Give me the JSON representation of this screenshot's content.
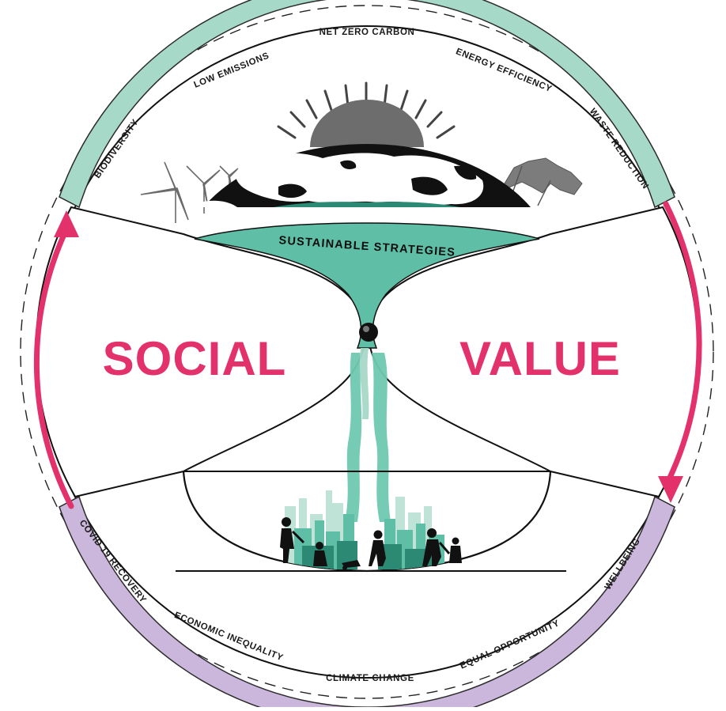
{
  "colors": {
    "teal": "#a7d9c9",
    "teal_dark": "#2c8a74",
    "teal_mid": "#5fbfa6",
    "purple": "#cbb6dc",
    "magenta": "#e3316b",
    "ink": "#111111"
  },
  "top_ring": {
    "segments": [
      "BIODIVERSITY",
      "LOW EMISSIONS",
      "NET ZERO CARBON",
      "ENERGY EFFICIENCY",
      "WASTE REDUCTION"
    ]
  },
  "bottom_ring": {
    "segments": [
      "COVID 19 RECOVERY",
      "ECONOMIC INEQUALITY",
      "CLIMATE CHANGE",
      "EQUAL OPPORTUNITY",
      "WELLBEING"
    ]
  },
  "center_label": "SUSTAINABLE STRATEGIES",
  "left_word": "SOCIAL",
  "right_word": "VALUE",
  "icons": [
    "globe-icon",
    "sun-icon",
    "wind-turbine-icon",
    "factory-smoke-icon",
    "city-skyline-icon",
    "workers-icon",
    "cycle-arrow-icon"
  ]
}
